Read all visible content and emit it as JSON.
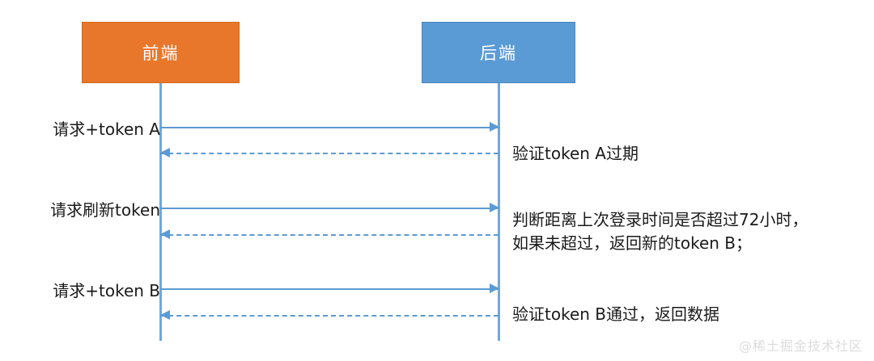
{
  "diagram": {
    "type": "sequence-diagram",
    "participants": [
      {
        "id": "frontend",
        "label": "前端",
        "color": "#e8772b"
      },
      {
        "id": "backend",
        "label": "后端",
        "color": "#5b9bd5"
      }
    ],
    "messages": [
      {
        "index": 1,
        "style": "solid",
        "direction": "frontend-to-backend",
        "label": "请求+token A",
        "label_side": "left"
      },
      {
        "index": 2,
        "style": "dashed",
        "direction": "backend-to-frontend",
        "label": "验证token A过期",
        "label_side": "right"
      },
      {
        "index": 3,
        "style": "solid",
        "direction": "frontend-to-backend",
        "label": "请求刷新token",
        "label_side": "left"
      },
      {
        "index": 4,
        "style": "dashed",
        "direction": "backend-to-frontend",
        "label_line1": "判断距离上次登录时间是否超过72小时，",
        "label_line2": "如果未超过，返回新的token B；",
        "label_side": "right"
      },
      {
        "index": 5,
        "style": "solid",
        "direction": "frontend-to-backend",
        "label": "请求+token B",
        "label_side": "left"
      },
      {
        "index": 6,
        "style": "dashed",
        "direction": "backend-to-frontend",
        "label": "验证token B通过，返回数据",
        "label_side": "right"
      }
    ],
    "watermark": "@稀土掘金技术社区",
    "colors": {
      "frontend_box": "#e8772b",
      "backend_box": "#5b9bd5",
      "line": "#5b9bd5",
      "lifeline": "#6fa8dc",
      "text": "#1a1a1a",
      "watermark": "#dcdcdc",
      "background": "#ffffff"
    }
  }
}
